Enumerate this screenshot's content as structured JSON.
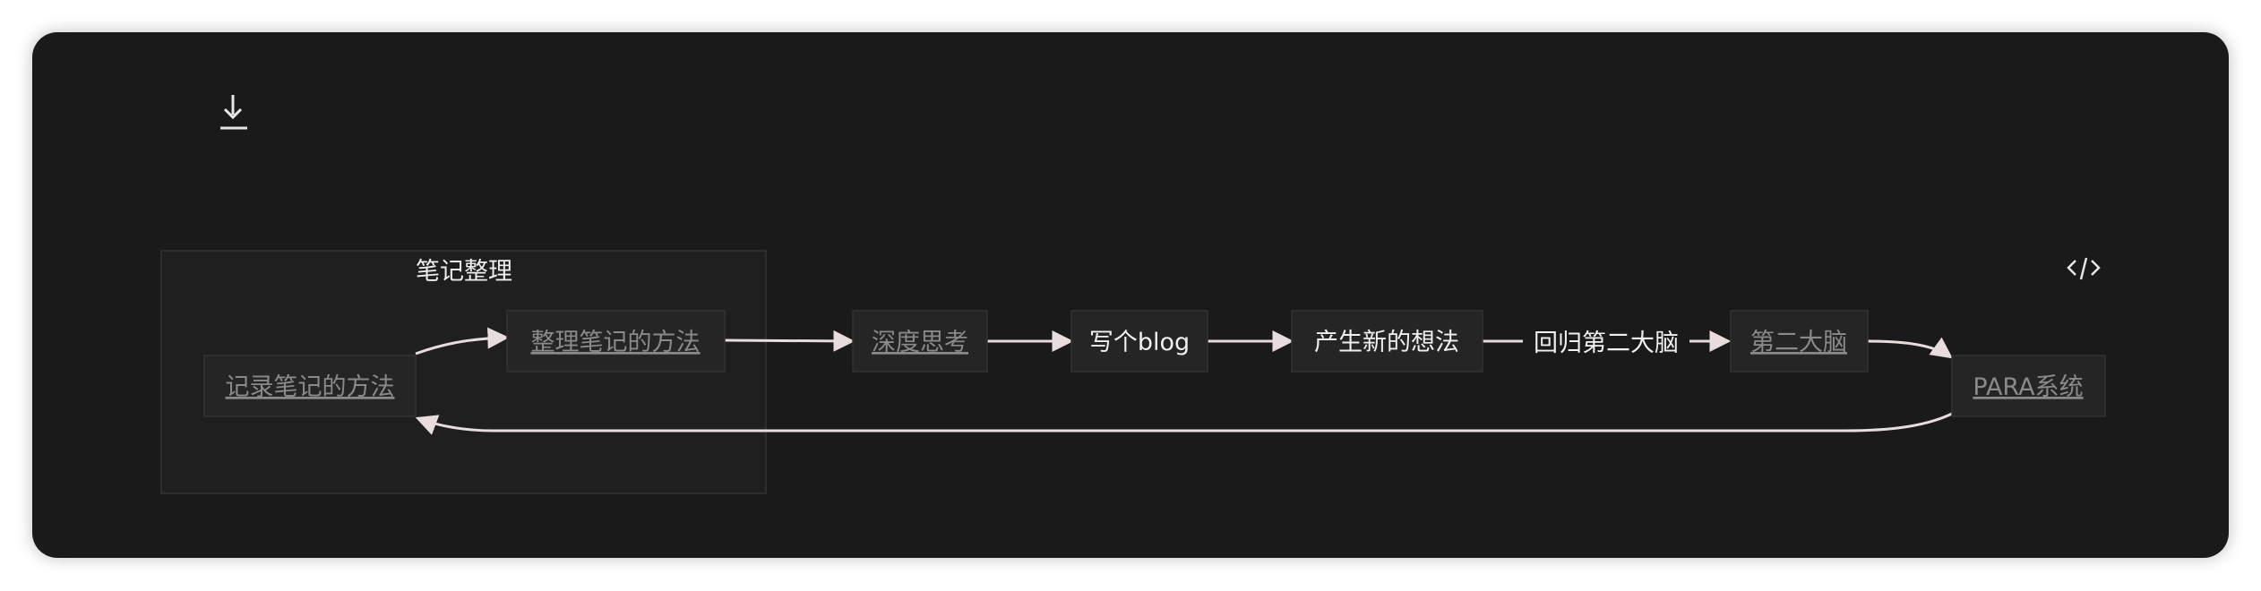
{
  "cluster": {
    "title": "笔记整理"
  },
  "nodes": {
    "record": "记录笔记的方法",
    "organize": "整理笔记的方法",
    "deep": "深度思考",
    "blog": "写个blog",
    "idea": "产生新的想法",
    "second": "第二大脑",
    "para": "PARA系统"
  },
  "edges": {
    "idea_to_second": "回归第二大脑"
  },
  "toolbar": {
    "download_icon": "download-icon",
    "code_icon": "code-icon"
  },
  "colors": {
    "background": "#1a1a1a",
    "cluster_fill": "#1f1f1f",
    "node_fill": "#252525",
    "link_text": "#8a8a8a",
    "plain_text": "#f0f0f0",
    "edge": "#e8dcdc"
  }
}
